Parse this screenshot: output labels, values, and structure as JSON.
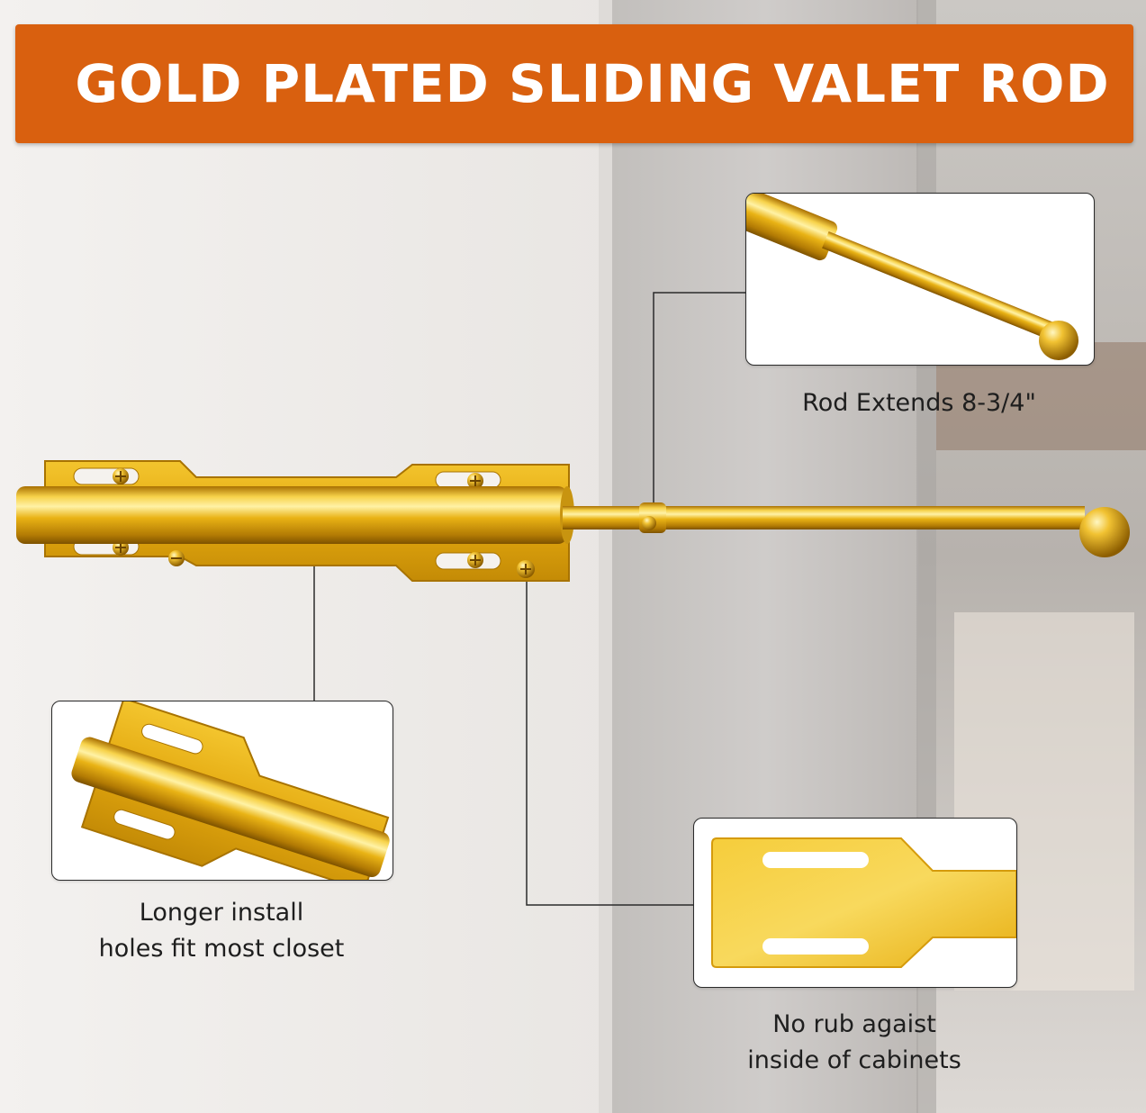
{
  "banner": {
    "title": "GOLD PLATED SLIDING VALET ROD",
    "color": "#d9600f"
  },
  "callouts": {
    "extension": {
      "caption": "Rod Extends 8-3/4\""
    },
    "install_holes": {
      "line1": "Longer install",
      "line2": "holes fit most closet"
    },
    "no_rub": {
      "line1": "No rub agaist",
      "line2": "inside of cabinets"
    }
  },
  "colors": {
    "gold": "#e7b314",
    "gold_dark": "#b07c05",
    "gold_light": "#fbe27a",
    "wall": "#f1efed",
    "shadow_wall": "#c9c6c3"
  }
}
